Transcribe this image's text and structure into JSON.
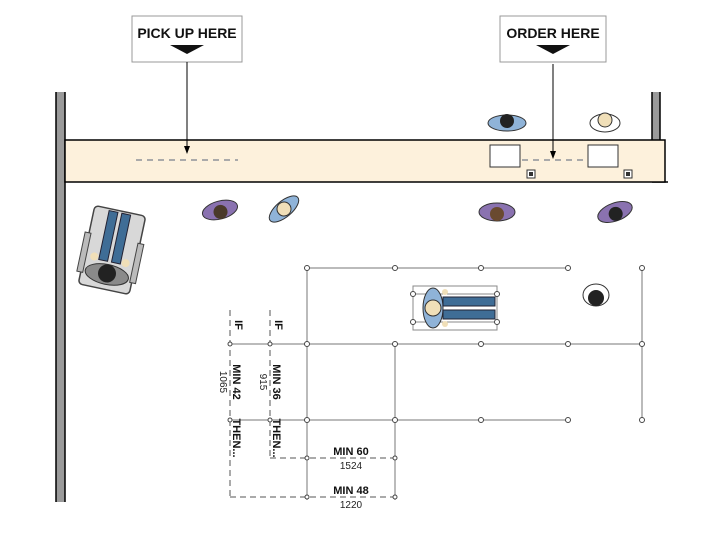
{
  "signs": {
    "pickup": "PICK UP HERE",
    "order": "ORDER HERE"
  },
  "dimensions": {
    "if_left": "IF",
    "if_right": "IF",
    "min42": "MIN 42",
    "mm1065": "1065",
    "min36": "MIN 36",
    "mm915": "915",
    "then_left": "THEN...",
    "then_right": "THEN...",
    "min60": "MIN 60",
    "mm1524": "1524",
    "min48": "MIN 48",
    "mm1220": "1220"
  },
  "colors": {
    "counter": "#fdf1dc",
    "wall": "#9a9a9a",
    "person_purple": "#8a72b0",
    "person_blue": "#8fb3d8",
    "jeans": "#3f6d96"
  }
}
